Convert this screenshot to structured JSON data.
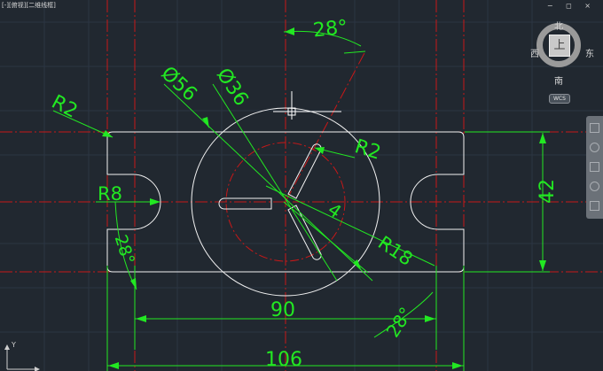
{
  "viewport": {
    "label": "[-][俯视][二维线框]",
    "window_controls": "− ◻ ×"
  },
  "drawing": {
    "line_color": "#f2f2f2",
    "centerline_color": "#d01818",
    "dimension_color": "#22e822",
    "background": "#212830"
  },
  "dimensions": {
    "angle_top": "28°",
    "radius_left": "R2",
    "diameter_outer": "Ø56",
    "diameter_inner": "Ø36",
    "radius_right": "R2",
    "radius_notch": "R8",
    "angle_left": "28°",
    "slot_width": "4",
    "radius_slot": "R18",
    "height": "42",
    "width_inner": "90",
    "angle_bottom": "28°",
    "width_total": "106"
  },
  "viewcube": {
    "north": "北",
    "south": "南",
    "west": "西",
    "east": "东",
    "face": "上",
    "wcs_label": "WCS"
  },
  "ucs": {
    "y_label": "Y"
  }
}
